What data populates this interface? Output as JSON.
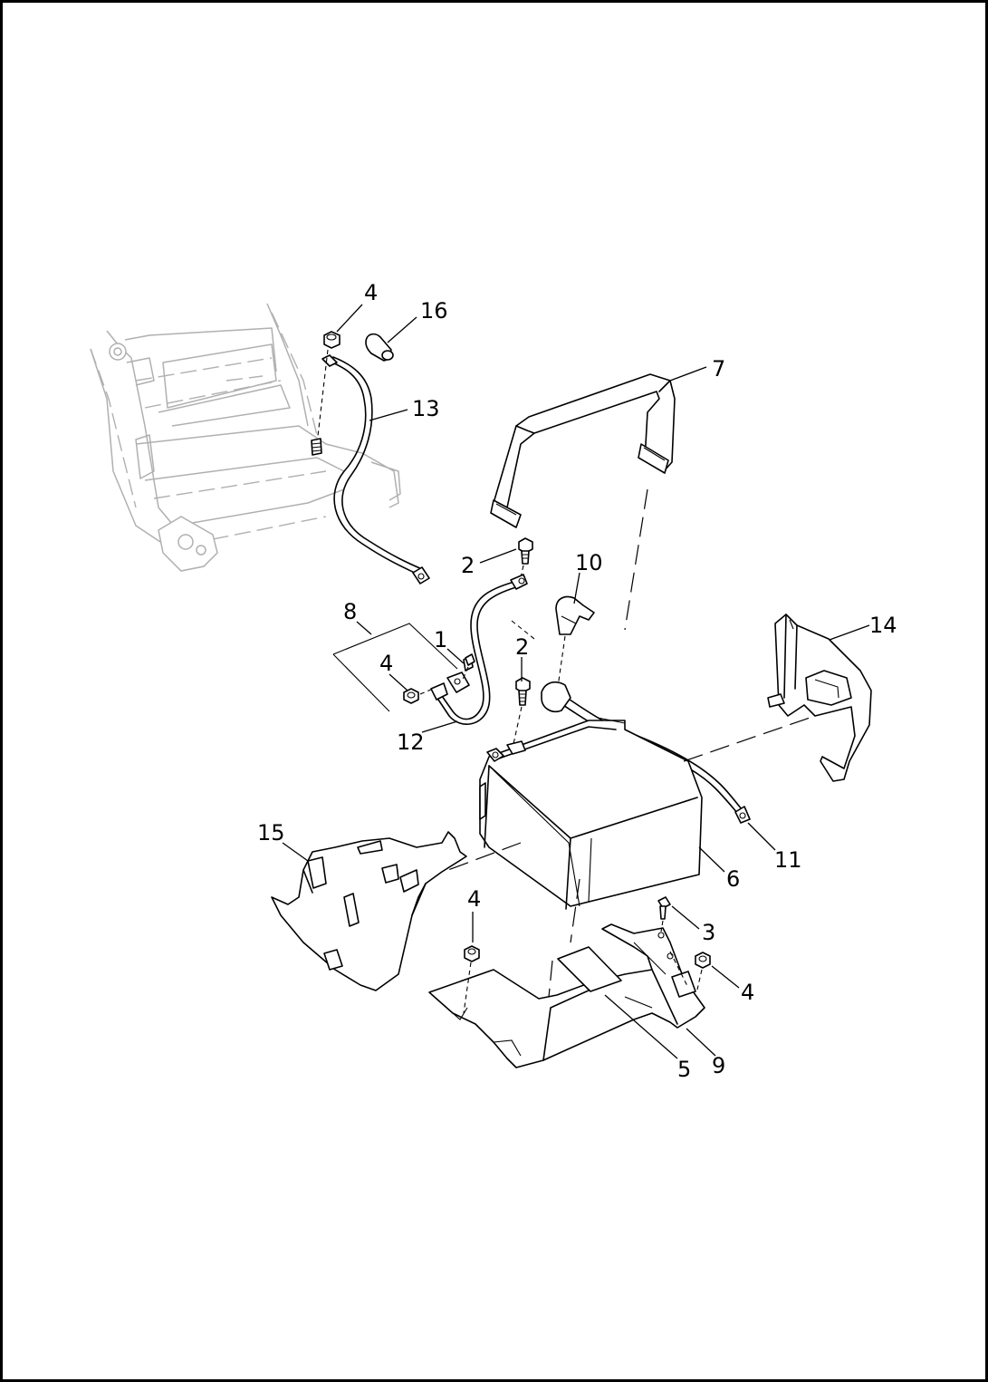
{
  "diagram": {
    "callouts": [
      {
        "id": "c1",
        "label": "1"
      },
      {
        "id": "c2a",
        "label": "2"
      },
      {
        "id": "c2b",
        "label": "2"
      },
      {
        "id": "c3",
        "label": "3"
      },
      {
        "id": "c4a",
        "label": "4"
      },
      {
        "id": "c4b",
        "label": "4"
      },
      {
        "id": "c4c",
        "label": "4"
      },
      {
        "id": "c4d",
        "label": "4"
      },
      {
        "id": "c5",
        "label": "5"
      },
      {
        "id": "c6",
        "label": "6"
      },
      {
        "id": "c7",
        "label": "7"
      },
      {
        "id": "c8",
        "label": "8"
      },
      {
        "id": "c9",
        "label": "9"
      },
      {
        "id": "c10",
        "label": "10"
      },
      {
        "id": "c11",
        "label": "11"
      },
      {
        "id": "c12",
        "label": "12"
      },
      {
        "id": "c13",
        "label": "13"
      },
      {
        "id": "c14",
        "label": "14"
      },
      {
        "id": "c15",
        "label": "15"
      },
      {
        "id": "c16",
        "label": "16"
      }
    ]
  }
}
